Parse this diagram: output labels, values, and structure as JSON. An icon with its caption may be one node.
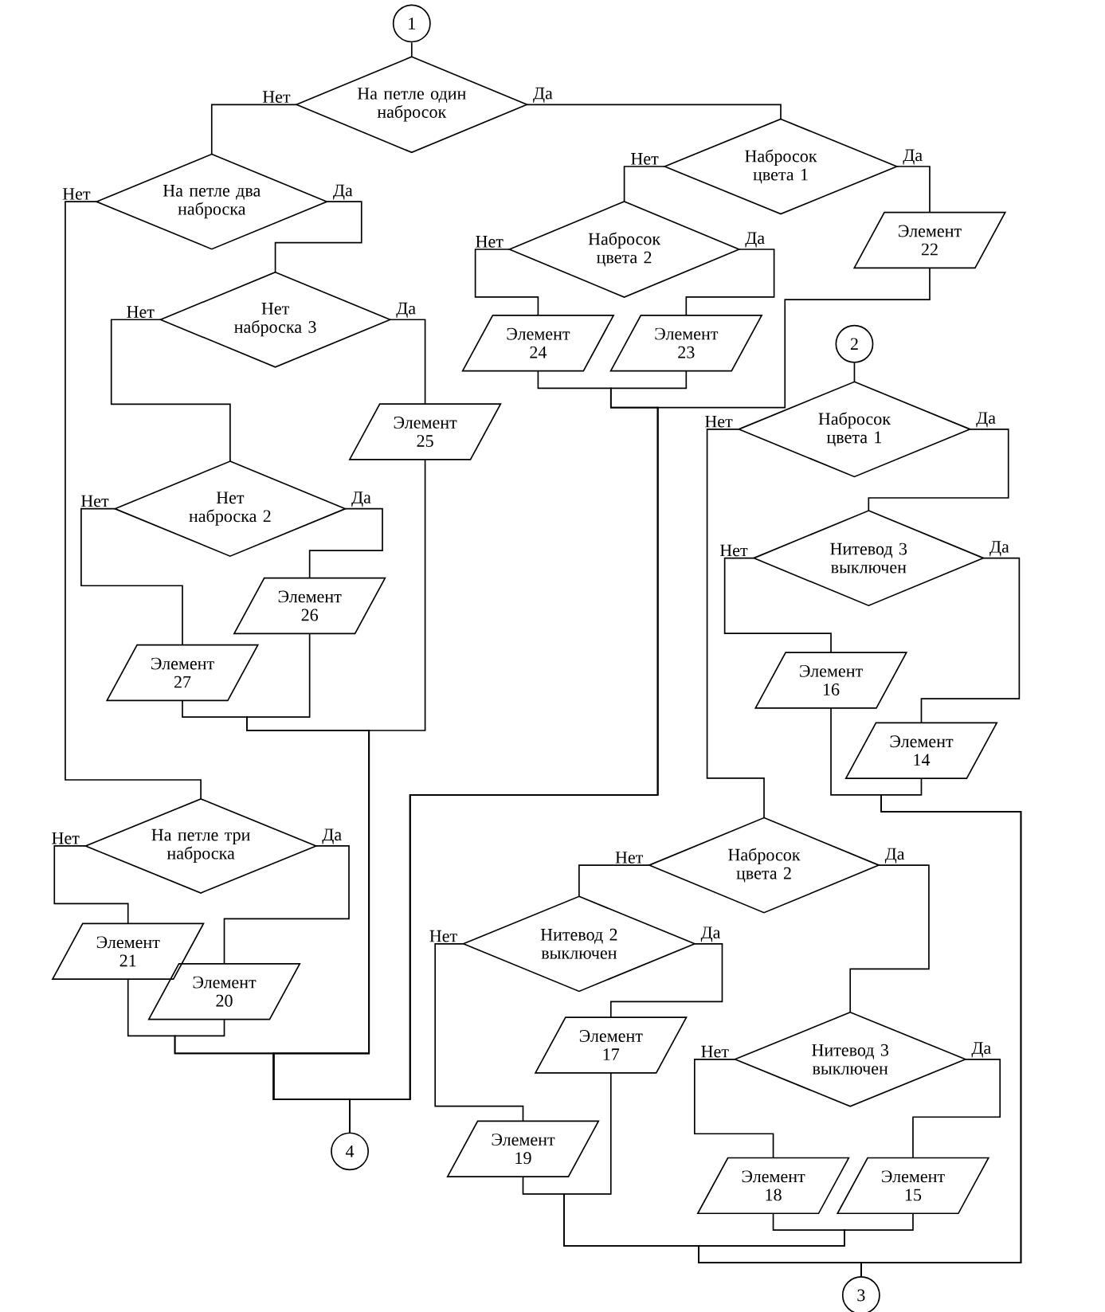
{
  "diagram": {
    "nodes": [
      {
        "text": [
          "1"
        ]
      },
      {
        "text": [
          "На петле один набросок"
        ]
      },
      {
        "text": [
          "На петле два наброска"
        ]
      },
      {
        "text": [
          "Набросок цвета 1"
        ]
      },
      {
        "text": [
          "Набросок цвета 2"
        ]
      },
      {
        "text": [
          "Элемент 22"
        ]
      },
      {
        "text": [
          "Нет наброска 3"
        ]
      },
      {
        "text": [
          "Элемент 24"
        ]
      },
      {
        "text": [
          "Элемент 23"
        ]
      },
      {
        "text": [
          "2"
        ]
      },
      {
        "text": [
          "Набросок цвета 1"
        ]
      },
      {
        "text": [
          "Элемент 25"
        ]
      },
      {
        "text": [
          "Нет наброска 2"
        ]
      },
      {
        "text": [
          "Нитевод 3 выключен"
        ]
      },
      {
        "text": [
          "Элемент 26"
        ]
      },
      {
        "text": [
          "Элемент 27"
        ]
      },
      {
        "text": [
          "Элемент 16"
        ]
      },
      {
        "text": [
          "Элемент 14"
        ]
      },
      {
        "text": [
          "На петле три наброска"
        ]
      },
      {
        "text": [
          "Набросок цвета 2"
        ]
      },
      {
        "text": [
          "Элемент 21"
        ]
      },
      {
        "text": [
          "Элемент 20"
        ]
      },
      {
        "text": [
          "Нитевод 2 выключен"
        ]
      },
      {
        "text": [
          "Элемент 17"
        ]
      },
      {
        "text": [
          "Нитевод 3 выключен"
        ]
      },
      {
        "text": [
          "Элемент 19"
        ]
      },
      {
        "text": [
          "Элемент 18"
        ]
      },
      {
        "text": [
          "Элемент 15"
        ]
      },
      {
        "text": [
          "4"
        ]
      },
      {
        "text": [
          "3"
        ]
      }
    ],
    "edges": [
      {
        "from": 0,
        "to": 1,
        "arrow": "none"
      },
      {
        "from": 1,
        "to": 2,
        "arrow": "none",
        "label": "Нет"
      },
      {
        "from": 1,
        "to": 3,
        "arrow": "none",
        "label": "Да"
      },
      {
        "from": 3,
        "to": 4,
        "arrow": "none",
        "label": "Нет"
      },
      {
        "from": 3,
        "to": 5,
        "arrow": "none",
        "label": "Да"
      },
      {
        "from": 4,
        "to": 7,
        "arrow": "none",
        "label": "Нет"
      },
      {
        "from": 4,
        "to": 8,
        "arrow": "none",
        "label": "Да"
      },
      {
        "from": 7,
        "to": 28,
        "arrow": "none"
      },
      {
        "from": 8,
        "to": 28,
        "arrow": "none"
      },
      {
        "from": 5,
        "to": 28,
        "arrow": "none"
      },
      {
        "from": 2,
        "to": 18,
        "arrow": "none",
        "label": "Нет"
      },
      {
        "from": 2,
        "to": 6,
        "arrow": "none",
        "label": "Да"
      },
      {
        "from": 6,
        "to": 12,
        "arrow": "none",
        "label": "Нет"
      },
      {
        "from": 6,
        "to": 11,
        "arrow": "none",
        "label": "Да"
      },
      {
        "from": 12,
        "to": 15,
        "arrow": "none",
        "label": "Нет"
      },
      {
        "from": 12,
        "to": 14,
        "arrow": "none",
        "label": "Да"
      },
      {
        "from": 15,
        "to": 28,
        "arrow": "none"
      },
      {
        "from": 14,
        "to": 28,
        "arrow": "none"
      },
      {
        "from": 11,
        "to": 28,
        "arrow": "none"
      },
      {
        "from": 18,
        "to": 20,
        "arrow": "none",
        "label": "Нет"
      },
      {
        "from": 18,
        "to": 21,
        "arrow": "none",
        "label": "Да"
      },
      {
        "from": 20,
        "to": 28,
        "arrow": "none"
      },
      {
        "from": 21,
        "to": 28,
        "arrow": "none"
      },
      {
        "from": 9,
        "to": 10,
        "arrow": "none"
      },
      {
        "from": 10,
        "to": 19,
        "arrow": "none",
        "label": "Нет"
      },
      {
        "from": 10,
        "to": 13,
        "arrow": "none",
        "label": "Да"
      },
      {
        "from": 13,
        "to": 16,
        "arrow": "none",
        "label": "Нет"
      },
      {
        "from": 13,
        "to": 17,
        "arrow": "none",
        "label": "Да"
      },
      {
        "from": 16,
        "to": 29,
        "arrow": "none"
      },
      {
        "from": 17,
        "to": 29,
        "arrow": "none"
      },
      {
        "from": 19,
        "to": 22,
        "arrow": "none",
        "label": "Нет"
      },
      {
        "from": 19,
        "to": 24,
        "arrow": "none",
        "label": "Да"
      },
      {
        "from": 22,
        "to": 25,
        "arrow": "none",
        "label": "Нет"
      },
      {
        "from": 22,
        "to": 23,
        "arrow": "none",
        "label": "Да"
      },
      {
        "from": 24,
        "to": 26,
        "arrow": "none",
        "label": "Нет"
      },
      {
        "from": 24,
        "to": 27,
        "arrow": "none",
        "label": "Да"
      },
      {
        "from": 25,
        "to": 29,
        "arrow": "none"
      },
      {
        "from": 23,
        "to": 29,
        "arrow": "none"
      },
      {
        "from": 26,
        "to": 29,
        "arrow": "none"
      },
      {
        "from": 27,
        "to": 29,
        "arrow": "none"
      }
    ]
  }
}
